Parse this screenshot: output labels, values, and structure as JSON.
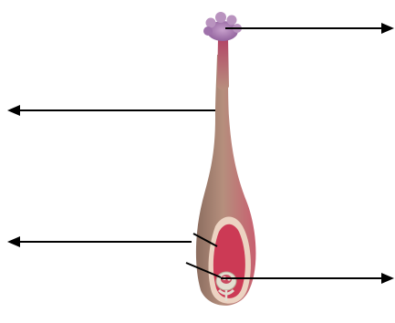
{
  "diagram": {
    "subject": "pistil",
    "parts": [
      {
        "id": "stigma",
        "pointer": "right"
      },
      {
        "id": "style",
        "pointer": "left"
      },
      {
        "id": "ovary",
        "pointer": "left"
      },
      {
        "id": "ovule",
        "pointer": "right"
      }
    ],
    "colors": {
      "stigma": "#a57bb0",
      "style_top": "#c4415a",
      "style_body": "#b08a78",
      "ovary_outer": "#d06a78",
      "ovary_wall": "#e7c8b5",
      "ovary_cavity": "#cf3f58",
      "ovule": "#d9d2c4",
      "pointer": "#000000"
    }
  }
}
